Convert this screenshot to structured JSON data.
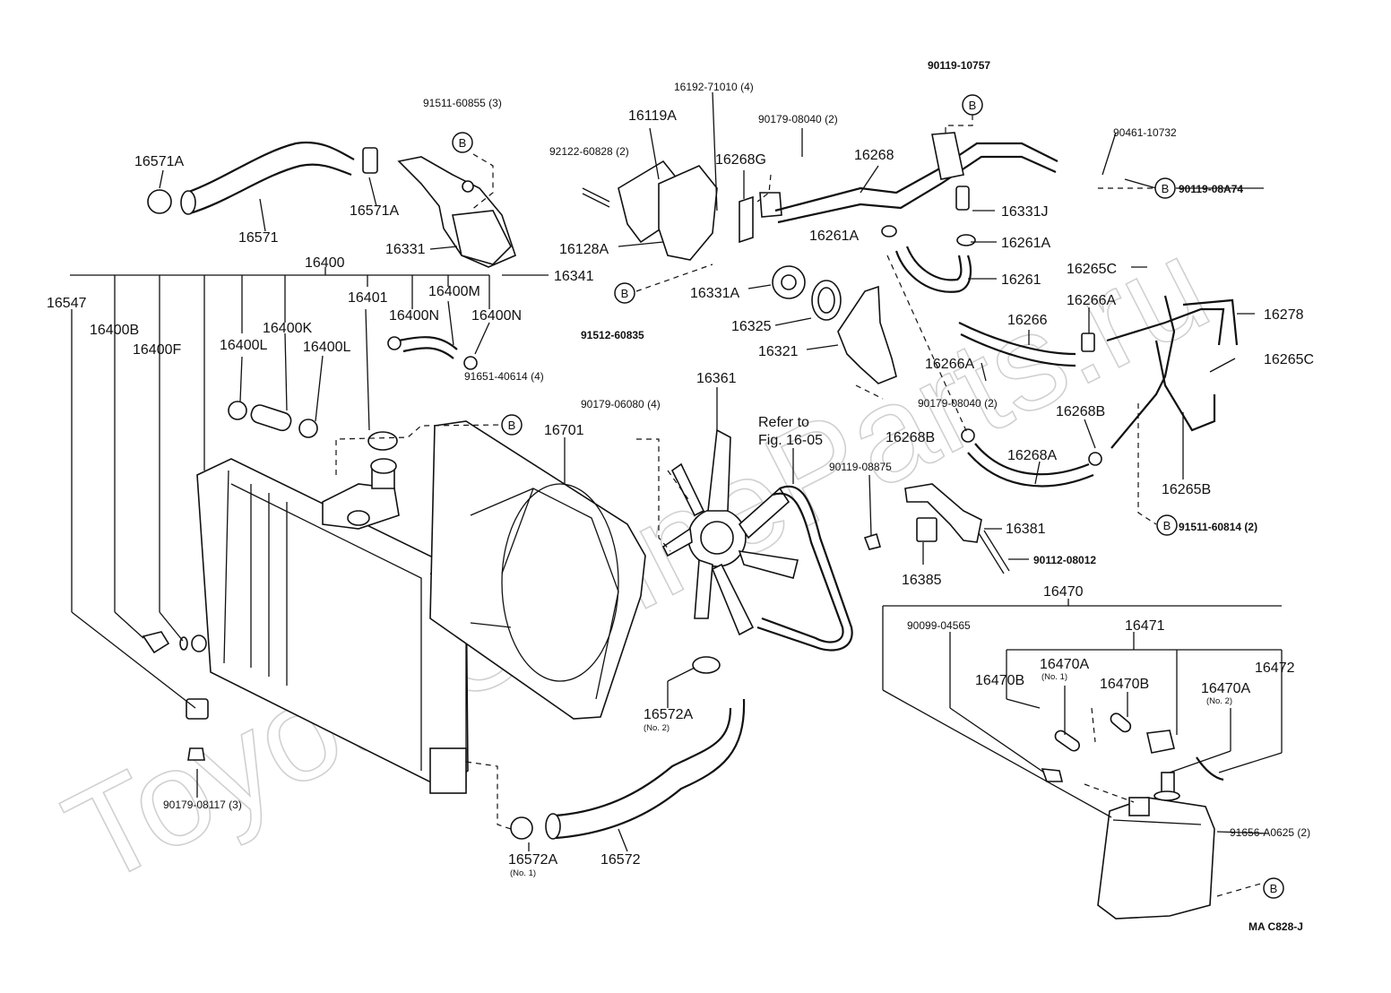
{
  "watermark": "ToyotaOnlineParts.ru",
  "figure_code": "MA  C828-J",
  "reference_note": {
    "line1": "Refer to",
    "line2": "Fig. 16-05"
  },
  "marker_letter": "B",
  "labels": {
    "p16571A_1": "16571A",
    "p16571": "16571",
    "p16571A_2": "16571A",
    "p91511_60855": "91511-60855 (3)",
    "p16331": "16331",
    "p16341": "16341",
    "p16400": "16400",
    "p16547": "16547",
    "p16400B": "16400B",
    "p16400F": "16400F",
    "p16400L_1": "16400L",
    "p16400K": "16400K",
    "p16400L_2": "16400L",
    "p16401": "16401",
    "p16400M": "16400M",
    "p16400N_1": "16400N",
    "p16400N_2": "16400N",
    "p91651_40614": "91651-40614 (4)",
    "p16119A": "16119A",
    "p92122_60828": "92122-60828 (2)",
    "p16192_71010": "16192-71010 (4)",
    "p16128A": "16128A",
    "p91512_60835": "91512-60835",
    "p16268G": "16268G",
    "p90179_08040_a": "90179-08040 (2)",
    "p16268": "16268",
    "p90119_10757": "90119-10757",
    "p90461_10732": "90461-10732",
    "p90119_08A74": "90119-08A74",
    "p16331J": "16331J",
    "p16261A_1": "16261A",
    "p16261A_2": "16261A",
    "p16261": "16261",
    "p16331A": "16331A",
    "p16325": "16325",
    "p16321": "16321",
    "p90179_08040_b": "90179-08040 (2)",
    "p16265C_1": "16265C",
    "p16266A_1": "16266A",
    "p16278": "16278",
    "p16266": "16266",
    "p16266A_2": "16266A",
    "p16265C_2": "16265C",
    "p16268B_1": "16268B",
    "p16268B_2": "16268B",
    "p16268A": "16268A",
    "p16265B": "16265B",
    "p91511_60814": "91511-60814 (2)",
    "p16361": "16361",
    "p90179_06080": "90179-06080 (4)",
    "p16701": "16701",
    "p90119_08875": "90119-08875",
    "p16381": "16381",
    "p16385": "16385",
    "p90112_08012": "90112-08012",
    "p16470": "16470",
    "p90099_04565": "90099-04565",
    "p16471": "16471",
    "p16470B_1": "16470B",
    "p16470A_1": "16470A",
    "n16470A_1": "(No. 1)",
    "p16470B_2": "16470B",
    "p16470A_2": "16470A",
    "n16470A_2": "(No. 2)",
    "p16472": "16472",
    "p16572A_1": "16572A",
    "n16572A_1": "(No. 2)",
    "p16572": "16572",
    "p16572A_2": "16572A",
    "n16572A_2": "(No. 1)",
    "p91656_A0625": "91656-A0625 (2)",
    "p90179_08117": "90179-08117 (3)"
  }
}
